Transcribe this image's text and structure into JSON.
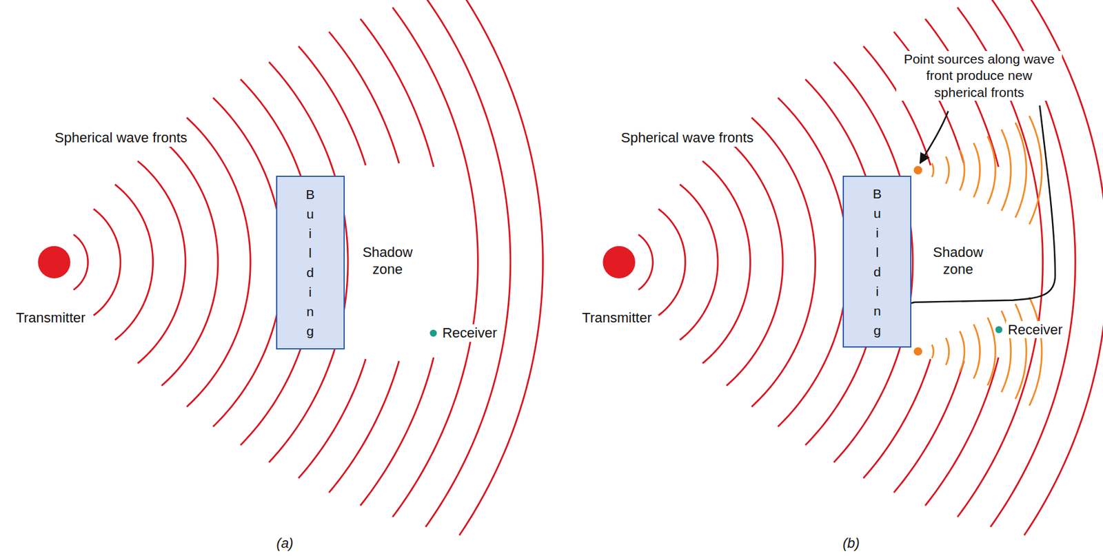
{
  "diagram": {
    "nodes": [
      {
        "text": [
          "Building"
        ]
      },
      {
        "text": [
          "Building"
        ]
      }
    ],
    "labels": [
      "Spherical wave fronts",
      "Shadow zone",
      "Transmitter",
      "Receiver",
      "(a)",
      "Spherical wave fronts",
      "Point sources along wave front produce new spherical fronts",
      "Shadow zone",
      "Transmitter",
      "Receiver",
      "(b)"
    ]
  }
}
